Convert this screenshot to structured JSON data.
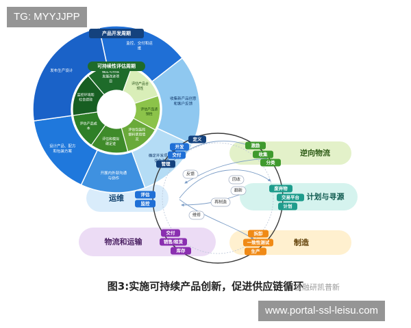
{
  "watermarks": {
    "top": "TG: MYYJJPP",
    "bottom": "www.portal-ssl-leisu.com"
  },
  "caption": "图3:实施可持续产品创新，促进供应链循环",
  "caption_watermark": "金融研凯普新",
  "product_cycle": {
    "title": "产品开发周期",
    "outer_segments": [
      {
        "text": "监控、交付和运维",
        "color": "#1f6fd6"
      },
      {
        "text": "收集新产品创意和客户反馈",
        "color": "#8fc8f0"
      },
      {
        "text": "确定开发项目和优先次序",
        "color": "#b4dcf5"
      },
      {
        "text": "开展内外部沟通与协作",
        "color": "#3f91e0"
      },
      {
        "text": "设计产品、配方和包装方案",
        "color": "#1f78dc"
      },
      {
        "text": "发布生产设计",
        "color": "#1a62c8"
      }
    ],
    "inner_title": "可持续性评估周期",
    "inner_segments": [
      {
        "text": "确定可持续发展改进项目",
        "color": "#1e6b2a"
      },
      {
        "text": "评估产品合规性",
        "color": "#d9eeb8"
      },
      {
        "text": "评估产品适销性",
        "color": "#8cc34a"
      },
      {
        "text": "评估包装和塑料使用情况",
        "color": "#6aaa3a"
      },
      {
        "text": "评估和模拟碳足迹",
        "color": "#3f8b2a"
      },
      {
        "text": "评估产品成本",
        "color": "#2e7f27"
      },
      {
        "text": "监控环境和社会绩效",
        "color": "#175e22"
      }
    ]
  },
  "supply_chain": {
    "bands": [
      {
        "label": "逆向物流",
        "color": "#e3f1c9",
        "text_color": "#2c5a14"
      },
      {
        "label": "计划与寻源",
        "color": "#d5f3ee",
        "text_color": "#0f5a4f"
      },
      {
        "label": "制造",
        "color": "#fff0cf",
        "text_color": "#5e3d04"
      },
      {
        "label": "物流和运输",
        "color": "#ecdcf5",
        "text_color": "#4a1f62"
      },
      {
        "label": "运维",
        "color": "#d9ecfb",
        "text_color": "#0e3f6c"
      }
    ],
    "pills": {
      "define": "定义",
      "develop": "开发",
      "deliver": "交付",
      "manage": "管理",
      "incentive": "激励",
      "collect": "收集",
      "classify": "分类",
      "waste": "废弃物",
      "trade_platform": "交易平台",
      "plan": "计划",
      "dismantle": "拆卸",
      "consistency_test": "一致性测试",
      "produce": "生产",
      "deliver2": "交付",
      "sales_rent": "销售/租赁",
      "inventory": "库存",
      "evaluate": "评估",
      "monitor": "监控"
    },
    "loop_labels": {
      "feedback": "反馈",
      "recycle": "回收",
      "refurbish": "翻新",
      "remanufacture": "再制造",
      "repair": "维修"
    },
    "colors": {
      "blue": "#1f6fd6",
      "navy": "#14427e",
      "green": "#3f9a2e",
      "teal": "#1e9c8c",
      "orange": "#f08a16",
      "purple": "#8a2fb0",
      "loop": "#3a3a3a"
    }
  }
}
